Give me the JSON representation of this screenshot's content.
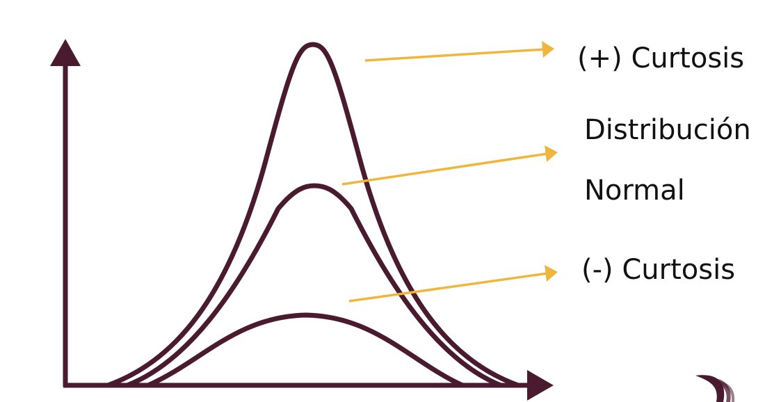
{
  "labels": {
    "positive_kurtosis": "(+) Curtosis",
    "normal_line1": "Distribución",
    "normal_line2": "Normal",
    "negative_kurtosis": "(-) Curtosis"
  },
  "colors": {
    "curve": "#4a1a2e",
    "axis": "#4a1a2e",
    "arrow": "#f0b63c",
    "text": "#111111"
  },
  "icons": {
    "axes": "arrow-axes",
    "logo": "swoosh-logo"
  }
}
